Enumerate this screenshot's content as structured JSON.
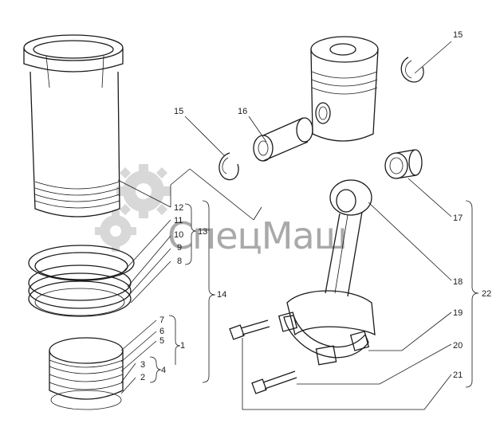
{
  "watermark": {
    "text": "СпецМаш",
    "color": "#a9a9a9"
  },
  "callouts": {
    "c15a": "15",
    "c15b": "15",
    "c16": "16",
    "c17": "17",
    "c18": "18",
    "c19": "19",
    "c20": "20",
    "c21": "21",
    "c22": "22",
    "c12": "12",
    "c11": "11",
    "c10": "10",
    "c9": "9",
    "c8": "8",
    "c13": "13",
    "c14": "14",
    "c7": "7",
    "c6": "6",
    "c5": "5",
    "c1": "1",
    "c3": "3",
    "c2": "2",
    "c4": "4"
  },
  "parts": [
    "cylinder-liner",
    "piston",
    "piston-pin",
    "retaining-ring",
    "bushing",
    "connecting-rod",
    "connecting-rod-cap",
    "rod-bolt",
    "piston-rings-set",
    "oil-ring-set"
  ]
}
